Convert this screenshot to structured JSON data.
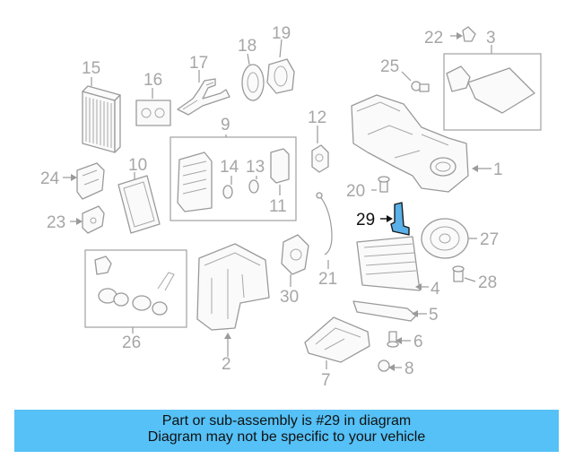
{
  "colors": {
    "banner_background": "#55c1f7",
    "highlight_part": "#5ab0e8",
    "line_art": "#9a9a9a",
    "label_gray": "#a6a6a6"
  },
  "diagram": {
    "highlighted_callout": "29",
    "callouts": [
      "1",
      "2",
      "3",
      "4",
      "5",
      "6",
      "7",
      "8",
      "9",
      "10",
      "11",
      "12",
      "13",
      "14",
      "15",
      "16",
      "17",
      "18",
      "19",
      "20",
      "21",
      "22",
      "23",
      "24",
      "25",
      "26",
      "27",
      "28",
      "29",
      "30"
    ]
  },
  "banner": {
    "line1": "Part or sub-assembly is #29 in diagram",
    "line2": "Diagram may not be specific to your vehicle"
  }
}
